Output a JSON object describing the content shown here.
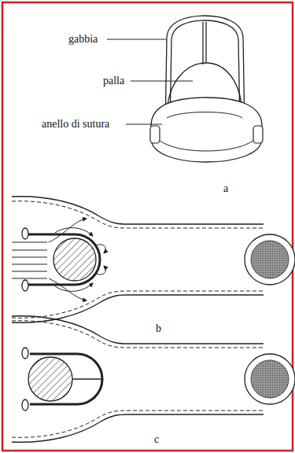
{
  "diagram": {
    "labels": [
      "gabbia",
      "palla",
      "anello di sutura",
      "a",
      "b",
      "c"
    ]
  }
}
